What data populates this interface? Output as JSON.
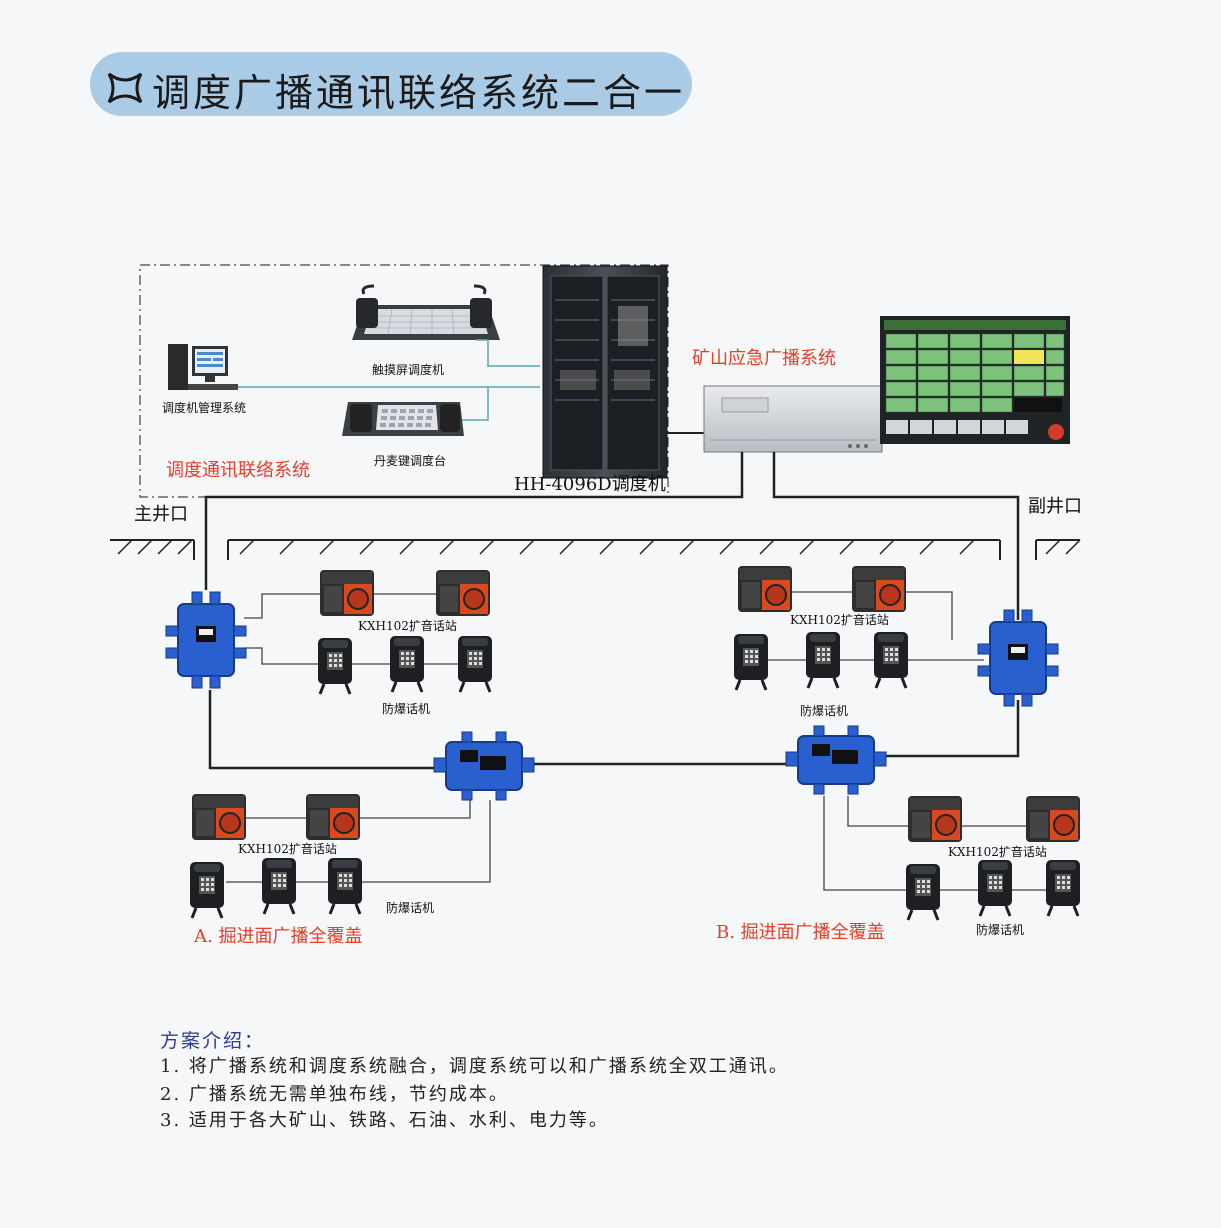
{
  "title": "调度广播通讯联络系统二合一",
  "labels": {
    "mgmt_system": "调度机管理系统",
    "touch_dispatcher": "触摸屏调度机",
    "danish_console": "丹麦键调度台",
    "dispatch_system": "调度通讯联络系统",
    "dispatcher_model": "HH-4096D调度机",
    "emergency_broadcast": "矿山应急广播系统",
    "main_shaft": "主井口",
    "aux_shaft": "副井口",
    "speaker_station": "KXH102扩音话站",
    "explosion_phone": "防爆话机",
    "coverage_a": "A. 掘进面广播全覆盖",
    "coverage_b": "B. 掘进面广播全覆盖"
  },
  "intro": {
    "heading": "方案介绍：",
    "items": [
      "1.  将广播系统和调度系统融合，调度系统可以和广播系统全双工通讯。",
      "2.  广播系统无需单独布线，节约成本。",
      "3.  适用于各大矿山、铁路、石油、水利、电力等。"
    ]
  },
  "colors": {
    "title_bg": "#a9cbe6",
    "accent_red": "#e2402a",
    "junction_blue": "#2a5fd0",
    "intro_blue": "#2e3a9a"
  }
}
